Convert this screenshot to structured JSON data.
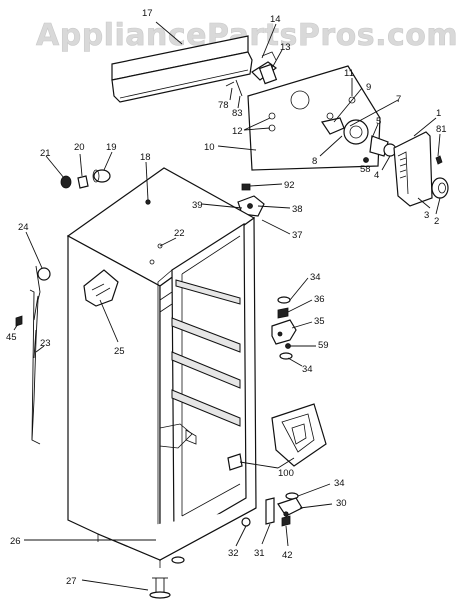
{
  "watermark": "AppliancePartsPros.com",
  "callouts": [
    "17",
    "14",
    "13",
    "11",
    "9",
    "7",
    "1",
    "81",
    "78",
    "83",
    "12",
    "10",
    "8",
    "58",
    "5",
    "4",
    "21",
    "20",
    "19",
    "18",
    "92",
    "39",
    "38",
    "37",
    "3",
    "2",
    "22",
    "24",
    "45",
    "23",
    "25",
    "34",
    "36",
    "35",
    "59",
    "34",
    "100",
    "34",
    "30",
    "26",
    "32",
    "31",
    "42",
    "27"
  ]
}
